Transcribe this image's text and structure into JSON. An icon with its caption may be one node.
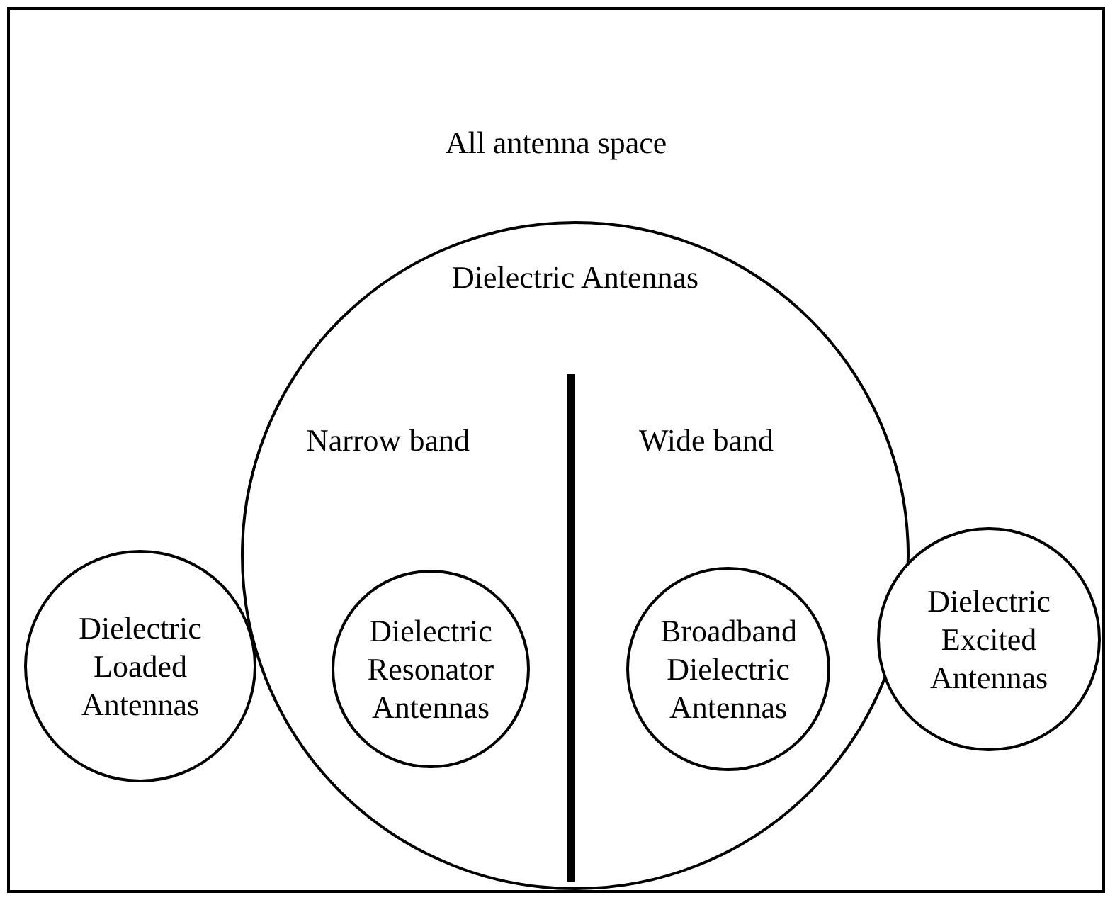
{
  "diagram": {
    "nodes": [
      {
        "text": [
          "All antenna space"
        ]
      },
      {
        "text": [
          "Dielectric Antennas"
        ],
        "in": 0
      },
      {
        "text": [
          "Dielectric Loaded Antennas"
        ],
        "in": 0
      },
      {
        "text": [
          "Dielectric Resonator Antennas"
        ],
        "in": 1
      },
      {
        "text": [
          "Broadband Dielectric Antennas"
        ],
        "in": 1
      },
      {
        "text": [
          "Dielectric Excited Antennas"
        ],
        "in": 0
      }
    ],
    "labels": [
      "Narrow band",
      "Wide band"
    ]
  }
}
